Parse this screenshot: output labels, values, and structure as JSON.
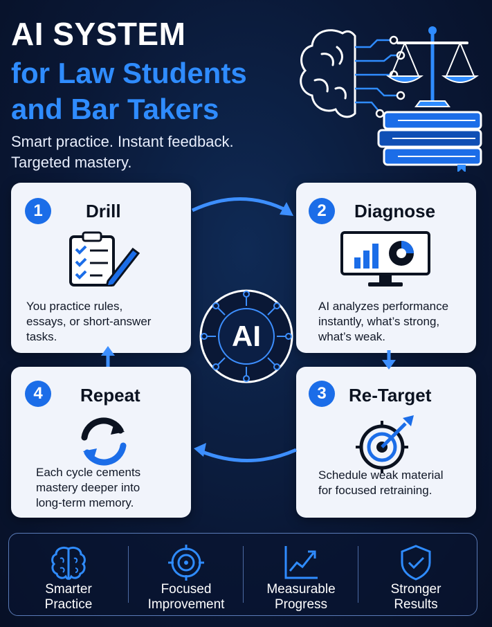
{
  "header": {
    "title_line1": "AI SYSTEM",
    "title_line2": "for Law Students",
    "title_line3": "and Bar Takers",
    "subtitle_line1": "Smart practice. Instant feedback.",
    "subtitle_line2": "Targeted mastery."
  },
  "steps": [
    {
      "number": "1",
      "title": "Drill",
      "desc_line1": "You practice rules,",
      "desc_line2": "essays, or short-answer",
      "desc_line3": "tasks.",
      "icon": "clipboard-checklist-icon"
    },
    {
      "number": "2",
      "title": "Diagnose",
      "desc_line1": "AI analyzes performance",
      "desc_line2": "instantly, what’s strong,",
      "desc_line3": "what’s weak.",
      "icon": "monitor-chart-icon"
    },
    {
      "number": "3",
      "title": "Re-Target",
      "desc_line1": "Schedule weak material",
      "desc_line2": "for focused retraining.",
      "icon": "target-arrow-icon"
    },
    {
      "number": "4",
      "title": "Repeat",
      "desc_line1": "Each cycle cements",
      "desc_line2": "mastery deeper into",
      "desc_line3": "long-term memory.",
      "icon": "refresh-cycle-icon"
    }
  ],
  "center": {
    "label": "AI"
  },
  "features": [
    {
      "line1": "Smarter",
      "line2": "Practice",
      "icon": "brain-icon"
    },
    {
      "line1": "Focused",
      "line2": "Improvement",
      "icon": "target-icon"
    },
    {
      "line1": "Measurable",
      "line2": "Progress",
      "icon": "trend-chart-icon"
    },
    {
      "line1": "Stronger",
      "line2": "Results",
      "icon": "shield-check-icon"
    }
  ],
  "colors": {
    "accent": "#1b6de8",
    "title_blue": "#2f8cff",
    "background": "#0a1836",
    "card": "#f1f4fb"
  }
}
